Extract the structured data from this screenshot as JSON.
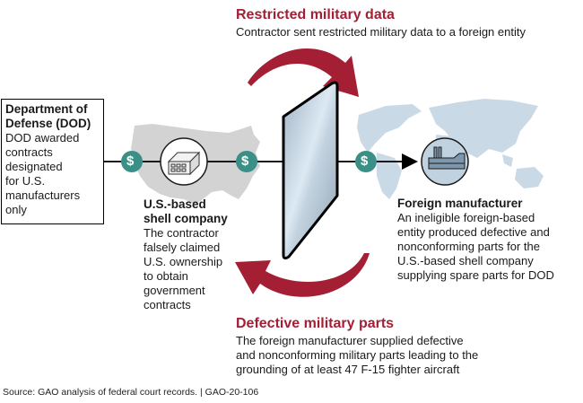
{
  "restricted_data": {
    "title": "Restricted military data",
    "description": "Contractor sent restricted military data to a foreign entity"
  },
  "dod": {
    "title_line1": "Department of",
    "title_line2": "Defense (DOD)",
    "lines": [
      "DOD awarded",
      "contracts",
      "designated",
      "for U.S.",
      "manufacturers",
      "only"
    ]
  },
  "shell_company": {
    "title_line1": "U.S.-based",
    "title_line2": "shell company",
    "lines": [
      "The contractor",
      "falsely claimed",
      "U.S. ownership",
      "to obtain",
      "government",
      "contracts"
    ],
    "icon": "office-building-icon"
  },
  "foreign_manufacturer": {
    "title": "Foreign manufacturer",
    "lines": [
      "An ineligible foreign-based",
      "entity produced defective and",
      "nonconforming parts for the",
      "U.S.-based shell company",
      "supplying spare parts for DOD"
    ],
    "icon": "factory-icon"
  },
  "defective_parts": {
    "title": "Defective military parts",
    "lines": [
      "The foreign manufacturer supplied defective",
      "and nonconforming military parts leading to the",
      "grounding of at least 47 F-15 fighter aircraft"
    ]
  },
  "money_icons": [
    "$",
    "$",
    "$"
  ],
  "source": "Source: GAO analysis of federal court records.  |  GAO-20-106",
  "colors": {
    "accent_red": "#a41e34",
    "money_teal": "#3a8f86",
    "us_map_gray": "#d3d3d3",
    "world_map_blue": "#c9d9e6",
    "panel_steel": "#b7c6d3"
  }
}
